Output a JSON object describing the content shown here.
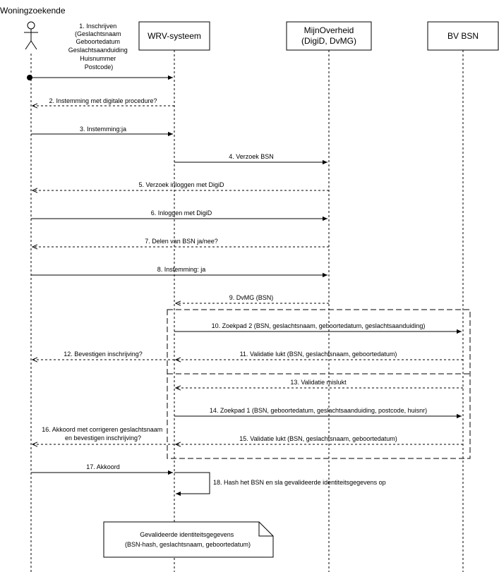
{
  "actor": {
    "name": "Woningzoekende"
  },
  "participants": [
    {
      "id": "wrv",
      "lines": [
        "WRV-systeem"
      ]
    },
    {
      "id": "mo",
      "lines": [
        "MijnOverheid",
        "(DigiD, DvMG)"
      ]
    },
    {
      "id": "bsn",
      "lines": [
        "BV BSN"
      ]
    }
  ],
  "messages": [
    {
      "from": "actor",
      "to": "wrv",
      "type": "sync",
      "label": [
        "1. Inschrijven",
        "(Geslachtsnaam",
        "Geboortedatum",
        "Geslachtsaanduiding",
        "Huisnummer",
        "Postcode)"
      ]
    },
    {
      "from": "wrv",
      "to": "actor",
      "type": "return",
      "label": [
        "2. Instemming met digitale procedure?"
      ]
    },
    {
      "from": "actor",
      "to": "wrv",
      "type": "sync",
      "label": [
        "3. Instemming:ja"
      ]
    },
    {
      "from": "wrv",
      "to": "mo",
      "type": "sync",
      "label": [
        "4. Verzoek BSN"
      ]
    },
    {
      "from": "mo",
      "to": "actor",
      "type": "return",
      "label": [
        "5. Verzoek inloggen met DigiD"
      ]
    },
    {
      "from": "actor",
      "to": "mo",
      "type": "sync",
      "label": [
        "6. Inloggen met DigiD"
      ]
    },
    {
      "from": "mo",
      "to": "actor",
      "type": "return",
      "label": [
        "7. Delen van BSN ja/nee?"
      ]
    },
    {
      "from": "actor",
      "to": "mo",
      "type": "sync",
      "label": [
        "8. Instemming: ja"
      ]
    },
    {
      "from": "mo",
      "to": "wrv",
      "type": "return",
      "label": [
        "9. DvMG (BSN)"
      ]
    },
    {
      "from": "wrv",
      "to": "bsn",
      "type": "sync",
      "label": [
        "10. Zoekpad 2 (BSN, geslachtsnaam, geboortedatum, geslachtsaanduiding)"
      ]
    },
    {
      "from": "bsn",
      "to": "wrv",
      "type": "return",
      "label": [
        "11. Validatie lukt (BSN, geslachtsnaam, geboortedatum)"
      ]
    },
    {
      "from": "wrv",
      "to": "actor",
      "type": "return",
      "label": [
        "12. Bevestigen inschrijving?"
      ]
    },
    {
      "from": "bsn",
      "to": "wrv",
      "type": "return",
      "label": [
        "13. Validatie mislukt"
      ]
    },
    {
      "from": "wrv",
      "to": "bsn",
      "type": "sync",
      "label": [
        "14. Zoekpad 1 (BSN, geboortedatum, geslachtsaanduiding, postcode, huisnr)"
      ]
    },
    {
      "from": "bsn",
      "to": "wrv",
      "type": "return",
      "label": [
        "15. Validatie lukt (BSN, geslachtsnaam, geboortedatum)"
      ]
    },
    {
      "from": "wrv",
      "to": "actor",
      "type": "return",
      "label": [
        "16. Akkoord met corrigeren geslachtsnaam",
        "en bevestigen inschrijving?"
      ]
    },
    {
      "from": "actor",
      "to": "wrv",
      "type": "sync",
      "label": [
        "17. Akkoord"
      ]
    },
    {
      "from": "wrv",
      "to": "wrv",
      "type": "self",
      "label": [
        "18. Hash het BSN en sla gevalideerde identiteitsgegevens op"
      ]
    }
  ],
  "note": {
    "lines": [
      "Gevalideerde identiteitsgegevens",
      "(BSN-hash, geslachtsnaam, geboortedatum)"
    ]
  },
  "colors": {
    "line": "#000000",
    "background": "#ffffff"
  }
}
